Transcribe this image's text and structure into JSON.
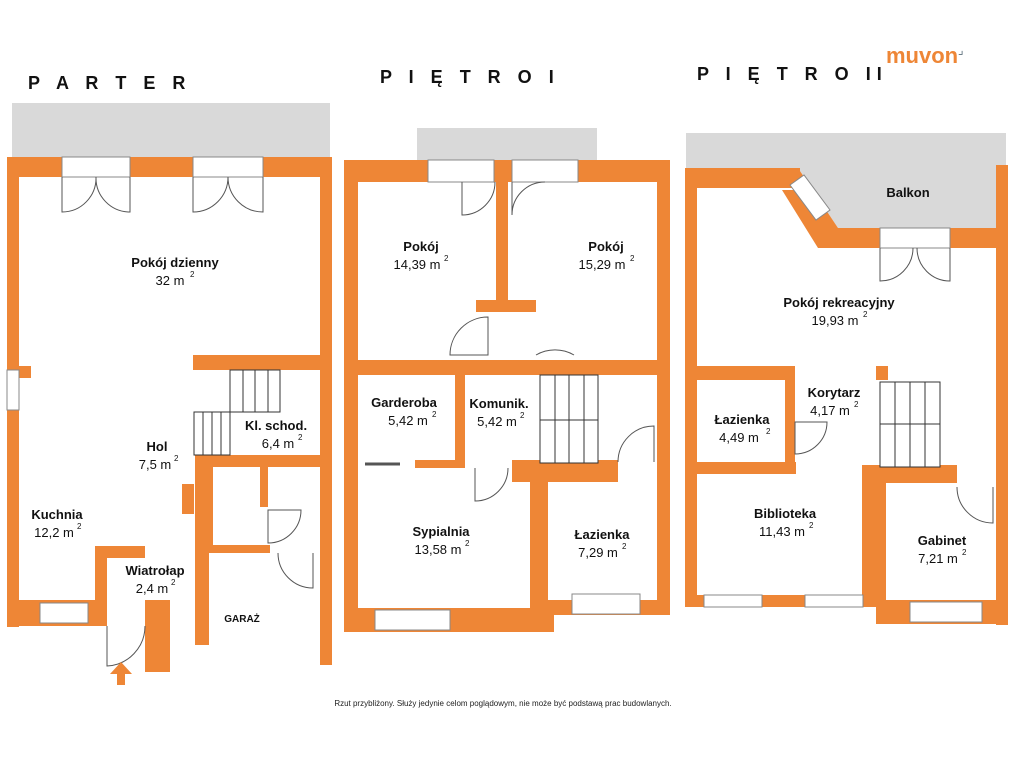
{
  "brand": {
    "name": "muvon",
    "mark": "⌟"
  },
  "floors": {
    "parter": "P A R T E R",
    "pietro1": "P I Ę T R O  I",
    "pietro2": "P I Ę T R O  II"
  },
  "rooms": {
    "pokoj_dzienny": {
      "name": "Pokój dzienny",
      "area": "32 m",
      "sup": "2"
    },
    "kl_schod": {
      "name": "Kl. schod.",
      "area": "6,4 m",
      "sup": "2"
    },
    "hol": {
      "name": "Hol",
      "area": "7,5 m",
      "sup": "2"
    },
    "kuchnia": {
      "name": "Kuchnia",
      "area": "12,2 m",
      "sup": "2"
    },
    "wiatrolap": {
      "name": "Wiatrołap",
      "area": "2,4 m",
      "sup": "2"
    },
    "garaz": {
      "name": "GARAŻ"
    },
    "pokoj1": {
      "name": "Pokój",
      "area": "14,39 m",
      "sup": "2"
    },
    "pokoj2": {
      "name": "Pokój",
      "area": "15,29 m",
      "sup": "2"
    },
    "garderoba": {
      "name": "Garderoba",
      "area": "5,42 m",
      "sup": "2"
    },
    "komunik": {
      "name": "Komunik.",
      "area": "5,42 m",
      "sup": "2"
    },
    "sypialnia": {
      "name": "Sypialnia",
      "area": "13,58 m",
      "sup": "2"
    },
    "lazienka1": {
      "name": "Łazienka",
      "area": "7,29 m",
      "sup": "2"
    },
    "balkon": {
      "name": "Balkon"
    },
    "pokoj_rekreacyjny": {
      "name": "Pokój rekreacyjny",
      "area": "19,93 m",
      "sup": "2"
    },
    "lazienka2": {
      "name": "Łazienka",
      "area": "4,49 m",
      "sup": "2"
    },
    "korytarz": {
      "name": "Korytarz",
      "area": "4,17 m",
      "sup": "2"
    },
    "biblioteka": {
      "name": "Biblioteka",
      "area": "11,43 m",
      "sup": "2"
    },
    "gabinet": {
      "name": "Gabinet",
      "area": "7,21 m",
      "sup": "2"
    }
  },
  "footnote": "Rzut przybliżony. Służy jedynie celom poglądowym, nie może być podstawą prac budowlanych.",
  "colors": {
    "wall": "#ee8636",
    "terrace": "#d9d9d9",
    "brand_muvo": "#ee8636",
    "brand_n": "#5a6e7a"
  }
}
